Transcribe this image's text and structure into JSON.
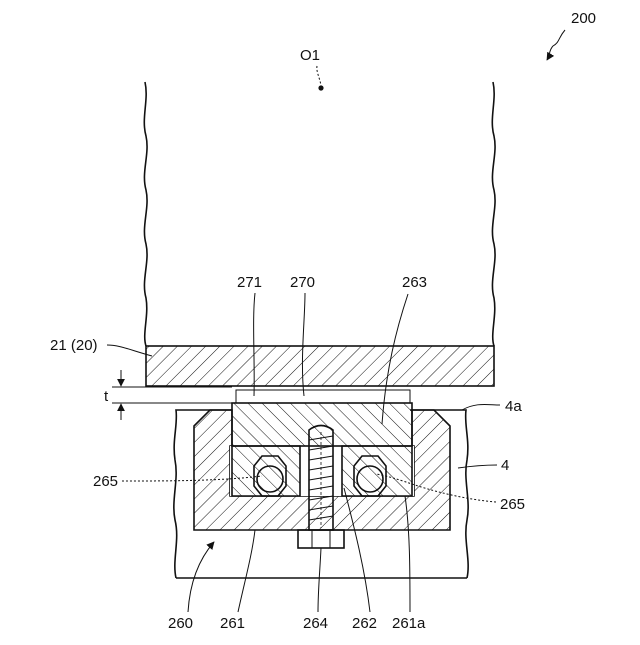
{
  "figure": {
    "ref": "200",
    "center": "O1",
    "labels": {
      "plate": "21 (20)",
      "gap": "t",
      "l271": "271",
      "l270": "270",
      "l263": "263",
      "l4a": "4a",
      "l4": "4",
      "l265_left": "265",
      "l265_right": "265",
      "l260": "260",
      "l261": "261",
      "l264": "264",
      "l262": "262",
      "l261a": "261a"
    }
  }
}
